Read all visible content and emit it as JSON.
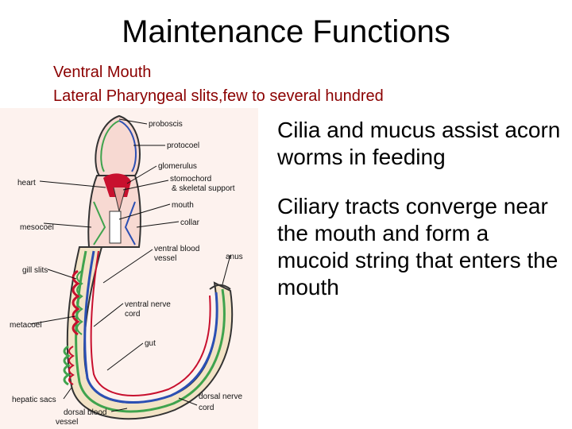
{
  "title": "Maintenance Functions",
  "subtitle_lines": [
    "Ventral Mouth",
    "Lateral Pharyngeal slits,few to several hundred"
  ],
  "bullets": [
    "Cilia and mucus assist acorn worms in feeding",
    "Ciliary tracts converge near the mouth and form a mucoid string that enters the mouth"
  ],
  "figure": {
    "labels": {
      "proboscis": "proboscis",
      "protocoel": "protocoel",
      "glomerulus": "glomerulus",
      "stomochord_1": "stomochord",
      "stomochord_2": "& skeletal support",
      "heart": "heart",
      "mouth": "mouth",
      "collar": "collar",
      "mesocoel": "mesocoel",
      "ventral_blood_vessel_1": "ventral blood",
      "ventral_blood_vessel_2": "vessel",
      "anus": "anus",
      "gill_slits": "gill slits",
      "ventral_nerve_cord_1": "ventral nerve",
      "ventral_nerve_cord_2": "cord",
      "metacoel": "metacoel",
      "gut": "gut",
      "hepatic_sacs": "hepatic sacs",
      "dorsal_blood_vessel_1": "dorsal blood",
      "dorsal_blood_vessel_2": "vessel",
      "dorsal_nerve_cord_1": "dorsal nerve",
      "dorsal_nerve_cord_2": "cord"
    },
    "colors": {
      "background": "#fdf2ee",
      "body_outline": "#333333",
      "green_tract": "#3fa34d",
      "blue_tract": "#2b4fb3",
      "red_vessel": "#c8102e",
      "pink_tissue": "#e8a6a0"
    }
  }
}
